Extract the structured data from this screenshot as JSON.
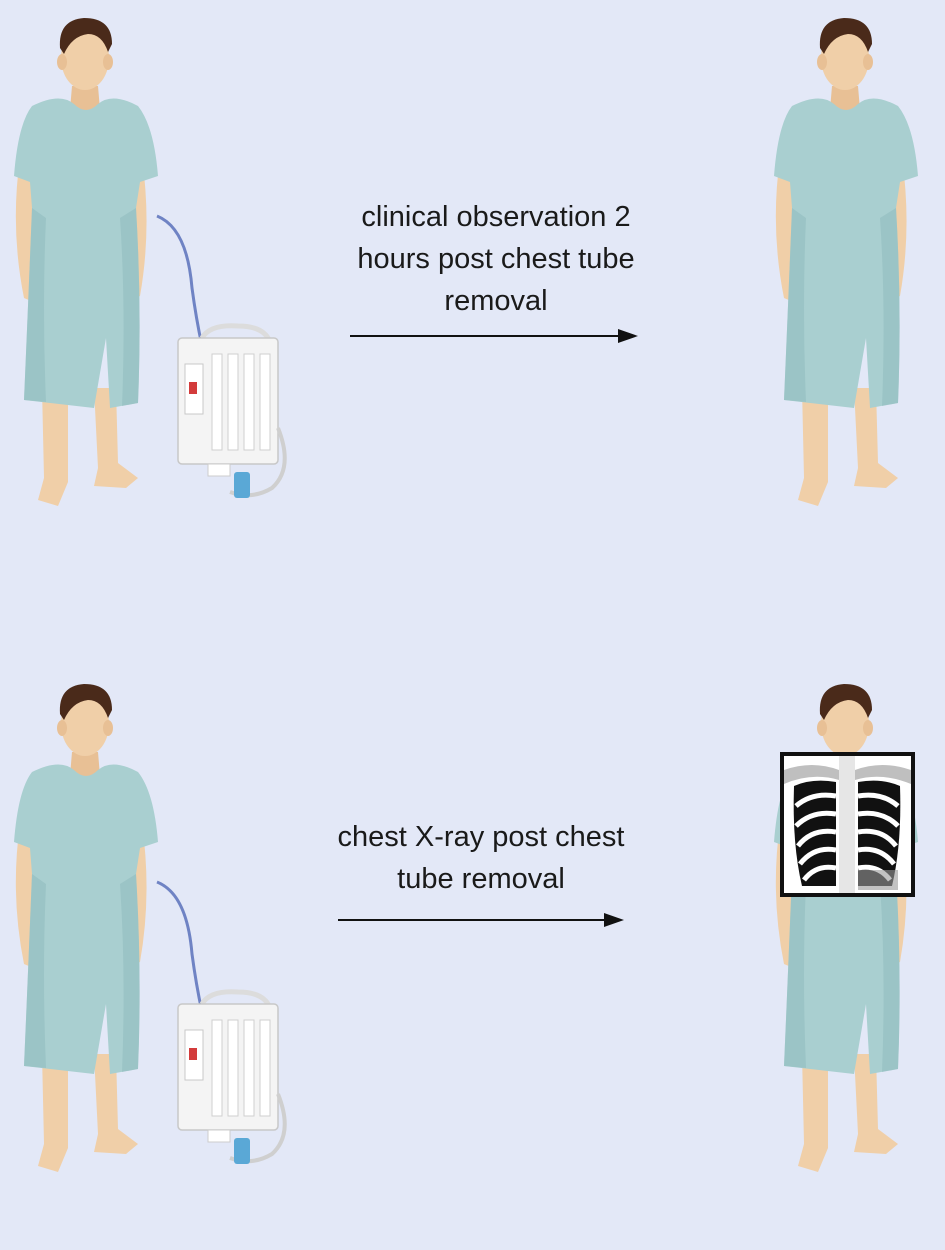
{
  "steps": [
    {
      "caption": "clinical observation 2\nhours post chest tube\nremoval",
      "before": {
        "figure": "patient-with-chest-drain",
        "icon": "chest-drainage-unit-icon"
      },
      "after": {
        "figure": "patient-without-drain"
      }
    },
    {
      "caption": "chest X-ray post chest\ntube removal",
      "before": {
        "figure": "patient-with-chest-drain",
        "icon": "chest-drainage-unit-icon"
      },
      "after": {
        "figure": "patient-with-chest-xray",
        "icon": "chest-xray-icon"
      }
    }
  ],
  "colors": {
    "background": "#e3e8f7",
    "gown": "#a9cfd0",
    "gown_shade": "#8fbcbd",
    "skin": "#f0cfa8",
    "hair": "#4a2a1a",
    "tube": "#6f83c4",
    "drain_unit": "#f4f4f4",
    "arrow": "#111111"
  }
}
